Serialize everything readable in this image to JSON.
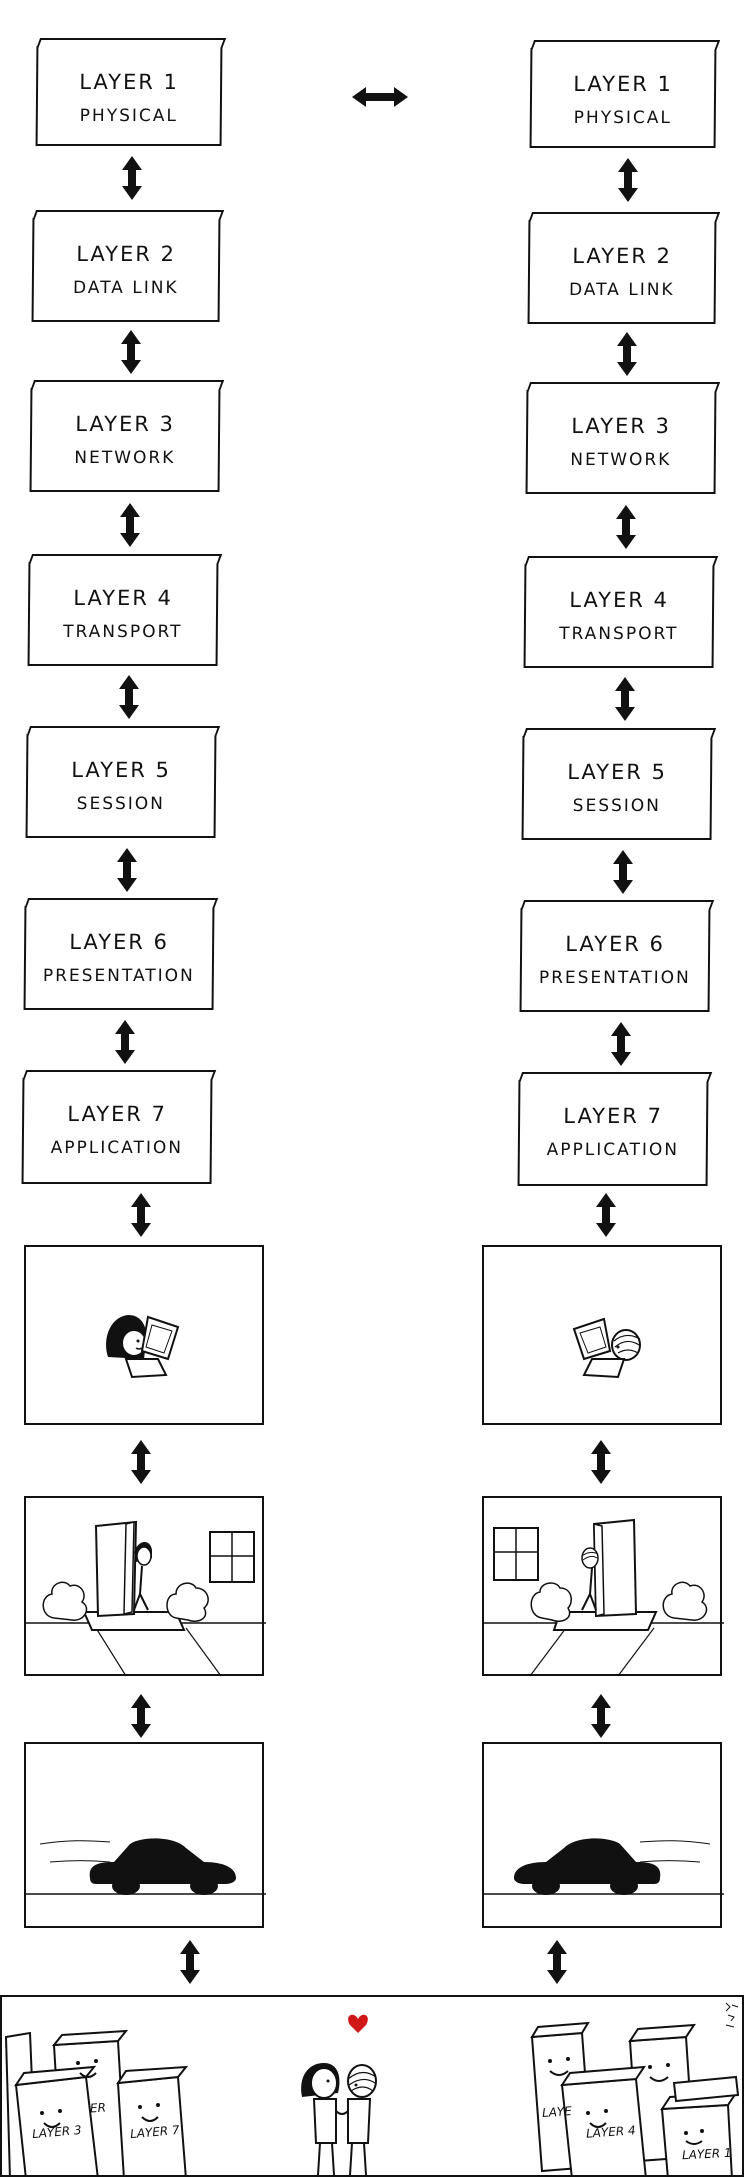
{
  "left_stack": [
    {
      "title": "LAYER 1",
      "name": "PHYSICAL"
    },
    {
      "title": "LAYER 2",
      "name": "DATA LINK"
    },
    {
      "title": "LAYER 3",
      "name": "NETWORK"
    },
    {
      "title": "LAYER 4",
      "name": "TRANSPORT"
    },
    {
      "title": "LAYER 5",
      "name": "SESSION"
    },
    {
      "title": "LAYER 6",
      "name": "PRESENTATION"
    },
    {
      "title": "LAYER 7",
      "name": "APPLICATION"
    }
  ],
  "right_stack": [
    {
      "title": "LAYER 1",
      "name": "PHYSICAL"
    },
    {
      "title": "LAYER 2",
      "name": "DATA LINK"
    },
    {
      "title": "LAYER 3",
      "name": "NETWORK"
    },
    {
      "title": "LAYER 4",
      "name": "TRANSPORT"
    },
    {
      "title": "LAYER 5",
      "name": "SESSION"
    },
    {
      "title": "LAYER 6",
      "name": "PRESENTATION"
    },
    {
      "title": "LAYER 7",
      "name": "APPLICATION"
    }
  ],
  "bottom_labels": {
    "left_a": "LAYER 3",
    "left_b": "ER",
    "left_c": "LAYER 7",
    "right_a": "LAYE",
    "right_b": "LAYER 4",
    "right_c": "LAYER 1"
  }
}
